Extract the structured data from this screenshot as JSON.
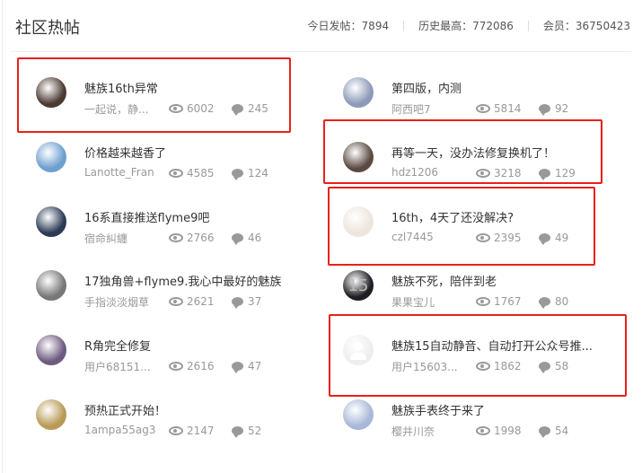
{
  "header": {
    "title": "社区热帖",
    "stats": [
      {
        "label": "今日发帖：7894"
      },
      {
        "label": "历史最高：772086"
      },
      {
        "label": "会员：36750423"
      }
    ]
  },
  "posts": [
    {
      "title": "魅族16th异常",
      "author": "一起说，静...",
      "views": "6002",
      "comments": "245",
      "avatar_color": "#4a3a32"
    },
    {
      "title": "第四版，内测",
      "author": "阿西吧7",
      "views": "5814",
      "comments": "92",
      "avatar_color": "#8c9ab8"
    },
    {
      "title": "价格越来越香了",
      "author": "Lanotte_Fran",
      "views": "4585",
      "comments": "124",
      "avatar_color": "#6e9fd0"
    },
    {
      "title": "再等一天，没办法修复换机了！",
      "author": "hdz1206",
      "views": "3218",
      "comments": "129",
      "avatar_color": "#5b4a42"
    },
    {
      "title": "16系直接推送flyme9吧",
      "author": "宿命糾纏",
      "views": "2766",
      "comments": "46",
      "avatar_color": "#2c3a55"
    },
    {
      "title": "16th，4天了还没解决?",
      "author": "czl7445",
      "views": "2395",
      "comments": "49",
      "avatar_color": "#ece6dc"
    },
    {
      "title": "17独角兽+flyme9.我心中最好的魅族",
      "author": "手指淡淡烟草",
      "views": "2621",
      "comments": "37",
      "avatar_color": "#777777"
    },
    {
      "title": "魅族不死，陪伴到老",
      "author": "果果宝儿",
      "views": "1767",
      "comments": "80",
      "avatar_color": "#1e1e24",
      "avatar_text": "15"
    },
    {
      "title": "R角完全修复",
      "author": "用户68151...",
      "views": "2616",
      "comments": "47",
      "avatar_color": "#6e5a80"
    },
    {
      "title": "魅族15自动静音、自动打开公众号推...",
      "author": "用户15603...",
      "views": "1862",
      "comments": "58",
      "avatar_color": "#eeeeee"
    },
    {
      "title": "预热正式开始！",
      "author": "1ampa55ag3",
      "views": "2147",
      "comments": "52",
      "avatar_color": "#b89a55"
    },
    {
      "title": "魅族手表终于来了",
      "author": "樱井川奈",
      "views": "1998",
      "comments": "54",
      "avatar_color": "#a8b8d8"
    }
  ]
}
